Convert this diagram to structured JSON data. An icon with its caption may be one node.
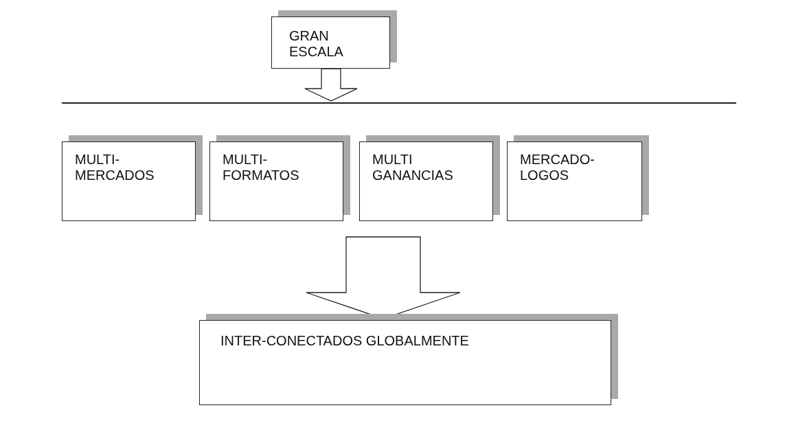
{
  "diagram": {
    "nodes": [
      {
        "text": [
          "GRAN ESCALA"
        ]
      },
      {
        "text": [],
        "shape": "bar"
      },
      {
        "text": [
          "MULTI- MERCADOS"
        ]
      },
      {
        "text": [
          "MULTI- FORMATOS"
        ]
      },
      {
        "text": [
          "MULTI GANANCIAS"
        ]
      },
      {
        "text": [
          "MERCADO- LOGOS"
        ]
      },
      {
        "text": [
          "INTER-CONECTADOS GLOBALMENTE"
        ]
      }
    ],
    "edges": [
      {
        "from": 0,
        "to": 1,
        "arrow": "to"
      },
      {
        "from": null,
        "to": 6,
        "arrow": "to"
      }
    ]
  }
}
